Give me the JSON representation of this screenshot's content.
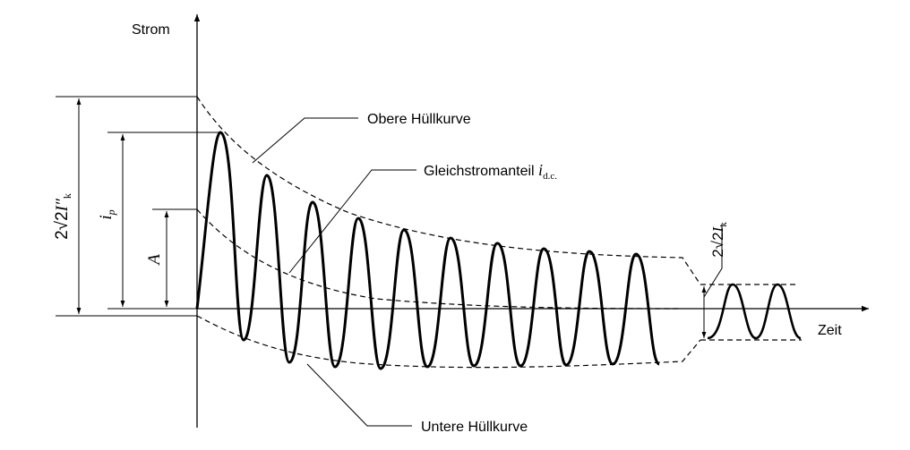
{
  "axes": {
    "y_label": "Strom",
    "x_label": "Zeit"
  },
  "labels": {
    "upper_envelope": "Obere Hüllkurve",
    "dc_component_text": "Gleichstromanteil ",
    "dc_component_symbol": "i",
    "dc_component_subscript": "d.c.",
    "lower_envelope": "Untere Hüllkurve"
  },
  "dimensions": {
    "initial_peak_prefix": "2√2",
    "initial_peak_symbol": "I″",
    "initial_peak_subscript": "k",
    "peak_current_symbol": "i",
    "peak_current_subscript": "p",
    "dc_initial_symbol": "A",
    "steady_state_prefix": "2√2",
    "steady_state_symbol": "I",
    "steady_state_subscript": "k"
  },
  "colors": {
    "stroke": "#000000",
    "background": "#ffffff"
  }
}
